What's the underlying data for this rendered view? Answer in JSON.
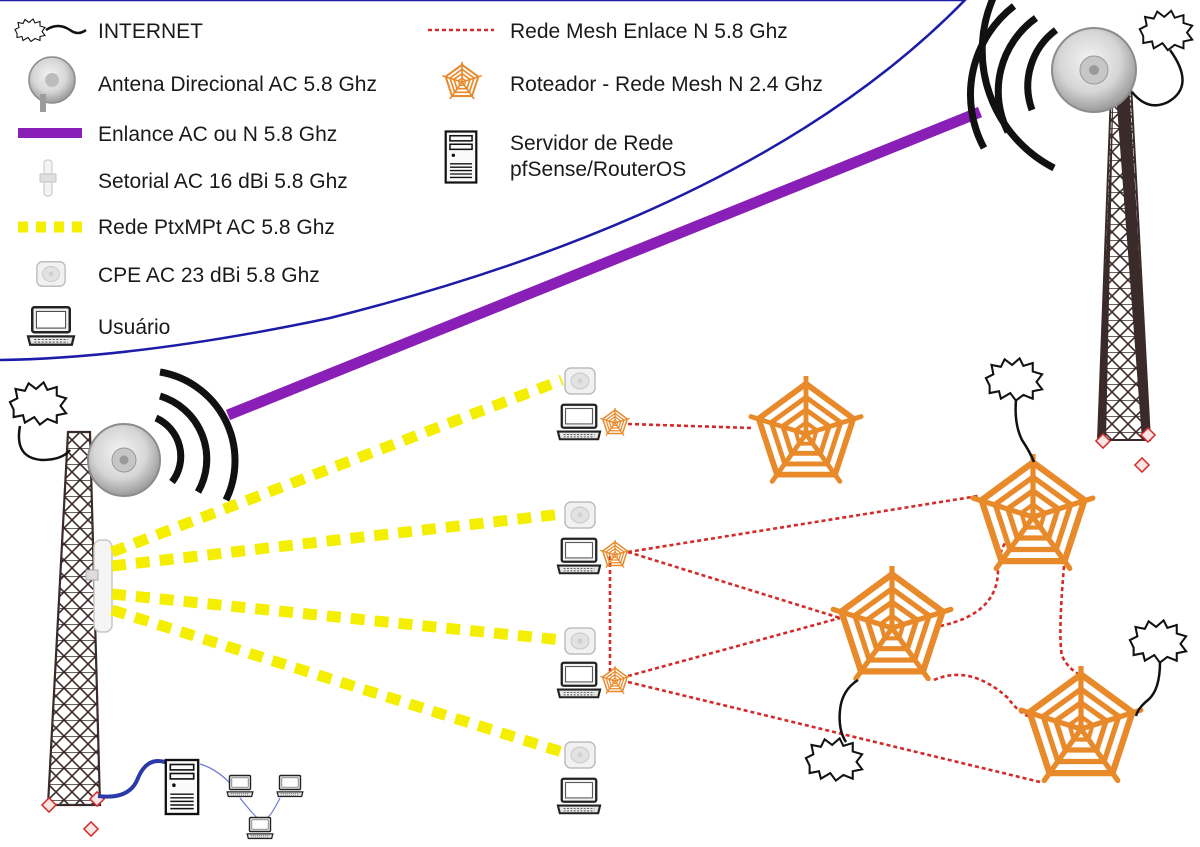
{
  "legend": {
    "items": [
      {
        "icon": "internet-cloud-icon",
        "label": "INTERNET"
      },
      {
        "icon": "directional-dish-antenna-icon",
        "label": "Antena Direcional AC 5.8 Ghz"
      },
      {
        "icon": "ac-link-purple-line-icon",
        "label": "Enlance AC ou N 5.8 Ghz"
      },
      {
        "icon": "sector-antenna-icon",
        "label": "Setorial AC 16 dBi 5.8 Ghz"
      },
      {
        "icon": "ptmp-yellow-dashed-line-icon",
        "label": "Rede PtxMPt AC 5.8 Ghz"
      },
      {
        "icon": "cpe-icon",
        "label": "CPE AC 23 dBi 5.8 Ghz"
      },
      {
        "icon": "laptop-icon",
        "label": "Usuário"
      },
      {
        "icon": "mesh-red-dotted-line-icon",
        "label": "Rede Mesh Enlace N 5.8 Ghz"
      },
      {
        "icon": "mesh-router-web-icon",
        "label": "Roteador - Rede Mesh N 2.4 Ghz"
      },
      {
        "icon": "server-tower-icon",
        "label": "Servidor de Rede",
        "label2": "pfSense/RouterOS"
      }
    ]
  },
  "colors": {
    "purple_link": "#8a1fb8",
    "yellow_ptmp": "#f4ee00",
    "mesh_red": "#d42a2a",
    "mesh_orange": "#e8892a",
    "legend_border": "#1c1ca8",
    "tower_lattice": "#3a2a2a"
  }
}
